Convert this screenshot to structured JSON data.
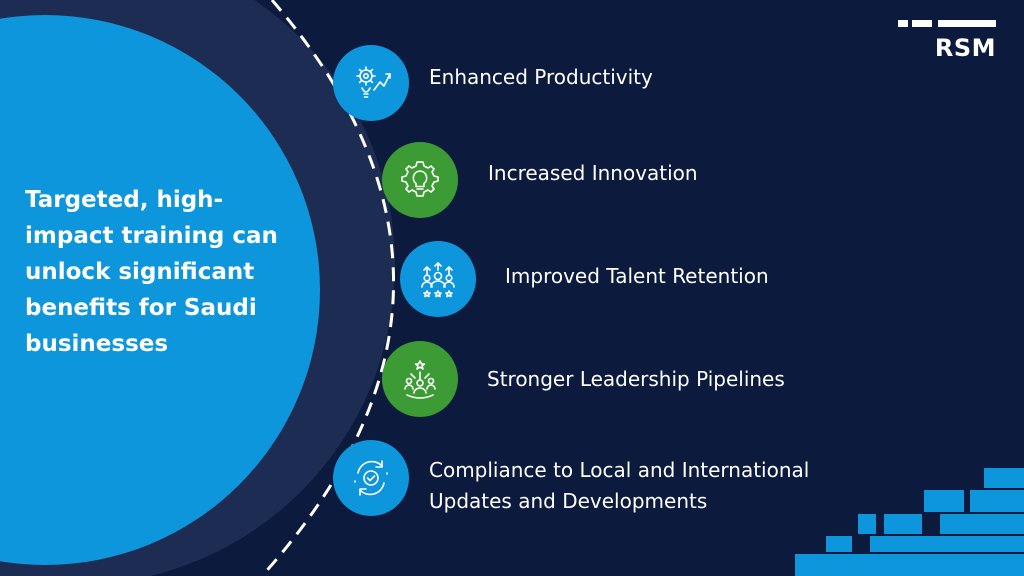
{
  "headline": "Targeted, high-impact training can unlock significant benefits for Saudi businesses",
  "logo": {
    "text": "RSM"
  },
  "colors": {
    "background": "#0b1a3d",
    "accent_blue": "#0e96dc",
    "accent_green": "#3c9b35",
    "ring": "#1c2c52"
  },
  "benefits": [
    {
      "label": "Enhanced Productivity",
      "icon": "productivity-gear-bulb-icon",
      "color": "blue"
    },
    {
      "label": "Increased Innovation",
      "icon": "innovation-lightbulb-gear-icon",
      "color": "green"
    },
    {
      "label": "Improved Talent Retention",
      "icon": "talent-people-stars-icon",
      "color": "blue"
    },
    {
      "label": "Stronger Leadership Pipelines",
      "icon": "leadership-people-star-icon",
      "color": "green"
    },
    {
      "label": "Compliance to Local and International Updates and Developments",
      "icon": "compliance-check-cycle-icon",
      "color": "blue"
    }
  ]
}
